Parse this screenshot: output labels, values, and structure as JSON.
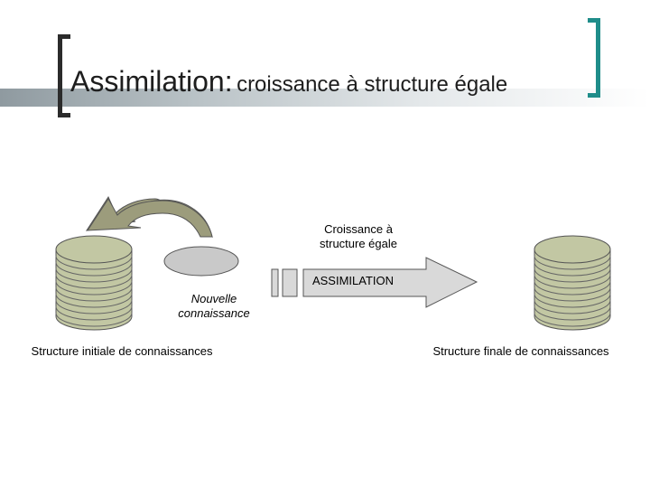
{
  "title": {
    "main": "Assimilation:",
    "sub": "croissance à structure égale"
  },
  "labels": {
    "growth_line1": "Croissance à",
    "growth_line2": "structure égale",
    "arrow": "ASSIMILATION",
    "new_knowledge_line1": "Nouvelle",
    "new_knowledge_line2": "connaissance",
    "initial_structure": "Structure initiale de connaissances",
    "final_structure": "Structure finale de connaissances"
  },
  "colors": {
    "stack": "#c2c7a3",
    "curved_arrow": "#9c9c7c",
    "new_knowledge": "#c9c9c9",
    "big_arrow": "#d9d9d9",
    "accent": "#1f8d8a"
  }
}
